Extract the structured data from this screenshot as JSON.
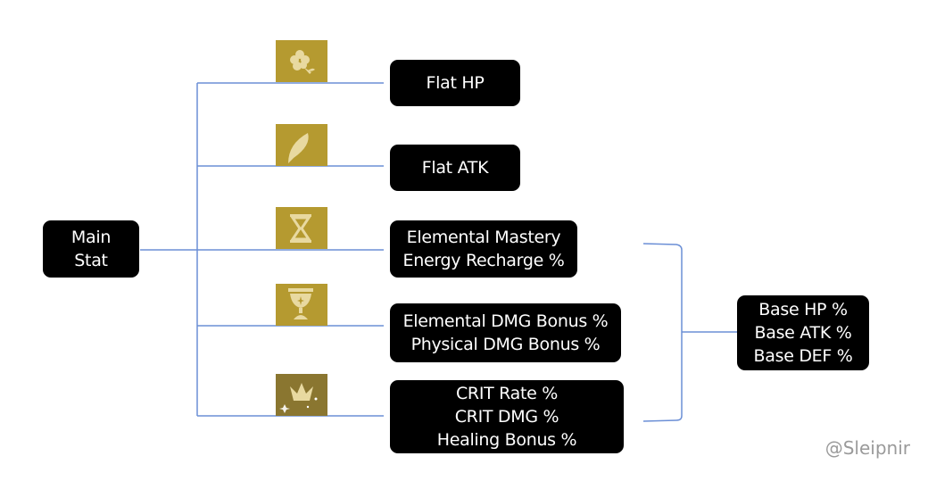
{
  "diagram": {
    "root": {
      "lines": [
        "Main",
        "Stat"
      ]
    },
    "branches": [
      {
        "icon": "flower-icon",
        "lines": [
          "Flat HP"
        ]
      },
      {
        "icon": "feather-icon",
        "lines": [
          "Flat ATK"
        ]
      },
      {
        "icon": "hourglass-icon",
        "lines": [
          "Elemental Mastery",
          "Energy Recharge %"
        ]
      },
      {
        "icon": "goblet-icon",
        "lines": [
          "Elemental DMG Bonus %",
          "Physical DMG Bonus %"
        ]
      },
      {
        "icon": "crown-icon",
        "lines": [
          "CRIT Rate %",
          "CRIT DMG %",
          "Healing Bonus %"
        ]
      }
    ],
    "shared": {
      "lines": [
        "Base HP %",
        "Base ATK %",
        "Base DEF %"
      ]
    }
  },
  "colors": {
    "line": "#6b8fd6",
    "node_bg": "#000000",
    "icon_bg": "#b59a30",
    "icon_glyph": "#e8d9a0"
  },
  "watermark": "@Sleipnir"
}
